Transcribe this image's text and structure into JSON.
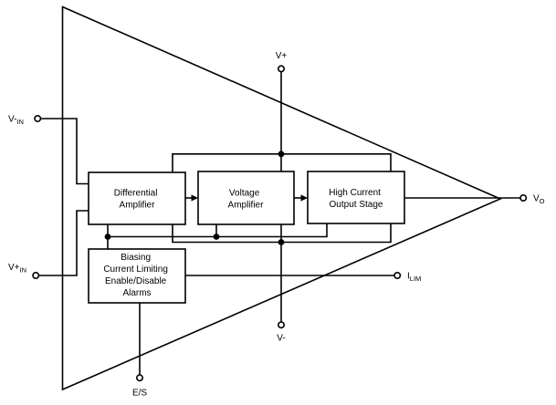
{
  "blocks": {
    "differential": {
      "line1": "Differential",
      "line2": "Amplifier"
    },
    "voltage": {
      "line1": "Voltage",
      "line2": "Amplifier"
    },
    "output": {
      "line1": "High Current",
      "line2": "Output Stage"
    },
    "bias": {
      "line1": "Biasing",
      "line2": "Current Limiting",
      "line3": "Enable/Disable",
      "line4": "Alarms"
    }
  },
  "terminals": {
    "v_plus": {
      "label": "V+"
    },
    "v_minus": {
      "label": "V-"
    },
    "v_in_minus": {
      "base": "V-",
      "sub": "IN"
    },
    "v_in_plus": {
      "base": "V+",
      "sub": "IN"
    },
    "v_out": {
      "base": "V",
      "sub": "O"
    },
    "i_lim": {
      "base": "I",
      "sub": "LIM"
    },
    "enable_shutdown": {
      "label": "E/S"
    }
  },
  "colors": {
    "line": "#000000",
    "background": "#ffffff",
    "block_fill": "#ffffff"
  }
}
